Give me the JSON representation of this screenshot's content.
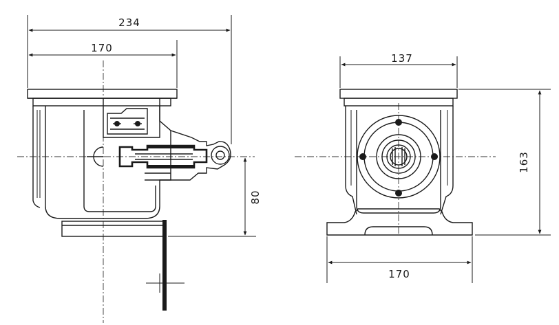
{
  "dimensions": {
    "front_overall_width": "234",
    "front_body_width": "170",
    "front_axis_height": "80",
    "side_top_width": "137",
    "side_height": "163",
    "side_base_width": "170"
  }
}
